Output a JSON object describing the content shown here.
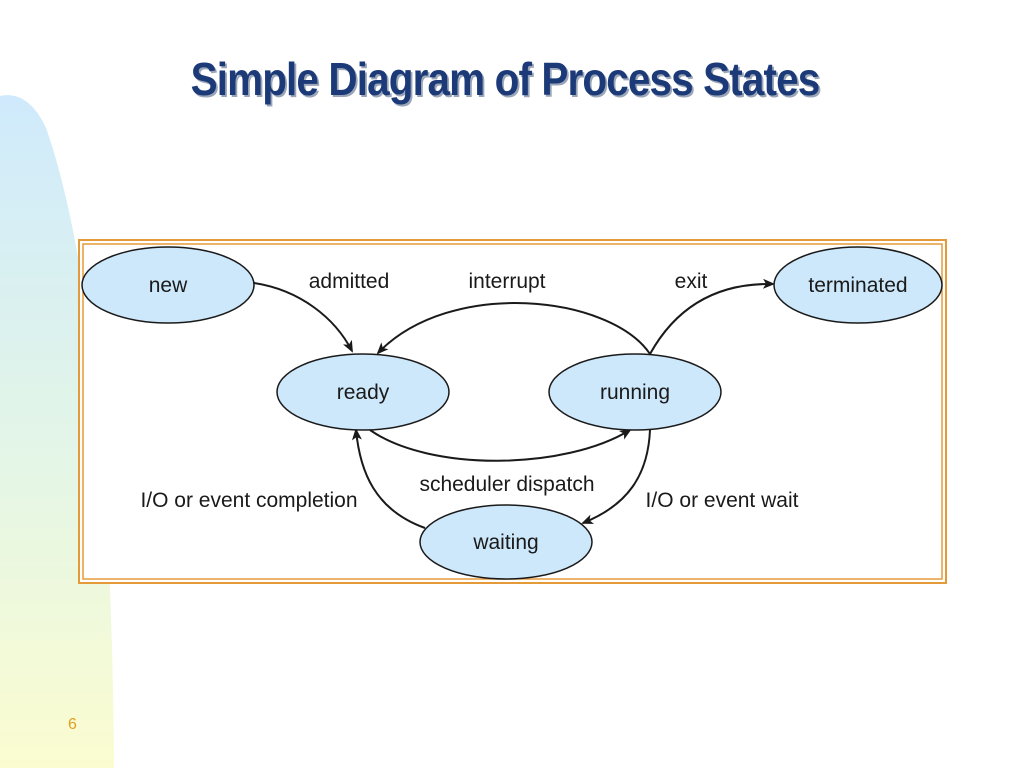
{
  "slide": {
    "title": "Simple Diagram of Process States",
    "number": "6"
  },
  "diagram": {
    "states": {
      "new": "new",
      "ready": "ready",
      "running": "running",
      "waiting": "waiting",
      "terminated": "terminated"
    },
    "transitions": {
      "admitted": "admitted",
      "interrupt": "interrupt",
      "exit": "exit",
      "scheduler_dispatch": "scheduler dispatch",
      "io_event_completion": "I/O or event completion",
      "io_event_wait": "I/O or event wait"
    },
    "colors": {
      "state_fill": "#cde8fb",
      "frame_border": "#e59a3a",
      "title": "#1c3a78"
    }
  }
}
